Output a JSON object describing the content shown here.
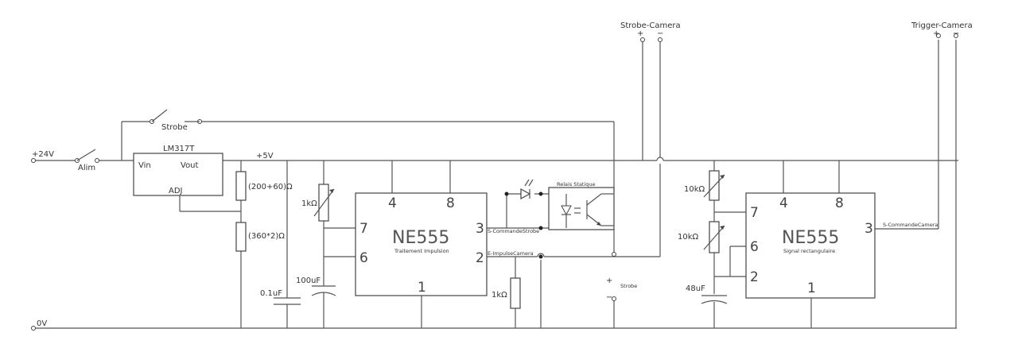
{
  "labels": {
    "supply": "+24V",
    "ground": "0V",
    "main_switch": "Alim",
    "strobe_switch": "Strobe",
    "regulator": "LM317T",
    "reg_vin": "Vin",
    "reg_vout": "Vout",
    "reg_adj": "ADJ",
    "rail": "+5V",
    "r_top": "(200+60)Ω",
    "r_bottom": "(360*2)Ω",
    "pot1": "1kΩ",
    "cap1": "0.1uF",
    "cap2": "100uF",
    "r_pulldown": "1kΩ",
    "led_relay_title": "Relais Statique",
    "strobe_out": "Strobe",
    "strobe_plus": "+",
    "strobe_minus": "−",
    "strobe_camera": "Strobe-Camera",
    "trigger_camera": "Trigger-Camera",
    "pot2": "10kΩ",
    "pot3": "10kΩ",
    "cap3": "48uF",
    "plus_sign": "+",
    "minus_sign": "−"
  },
  "ne555_left": {
    "name": "NE555",
    "subtitle": "Traitement Impulsion",
    "pin4": "4",
    "pin8": "8",
    "pin7": "7",
    "pin6": "6",
    "pin3": "3",
    "pin2": "2",
    "pin1": "1",
    "out_label": "S-CommandeStrobe",
    "in_label": "E-ImpulseCamera"
  },
  "ne555_right": {
    "name": "NE555",
    "subtitle": "Signal rectangulaire",
    "pin4": "4",
    "pin8": "8",
    "pin7": "7",
    "pin6": "6",
    "pin3": "3",
    "pin2": "2",
    "pin1": "1",
    "out_label": "S-CommandeCamera"
  }
}
